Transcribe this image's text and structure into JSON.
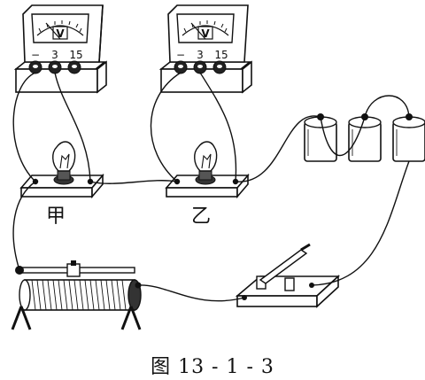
{
  "voltmeter": {
    "symbol": "V",
    "terminals": [
      "−",
      "3",
      "15"
    ]
  },
  "labels": {
    "bulb_a": "甲",
    "bulb_b": "乙"
  },
  "caption": "图 13 - 1 - 3"
}
